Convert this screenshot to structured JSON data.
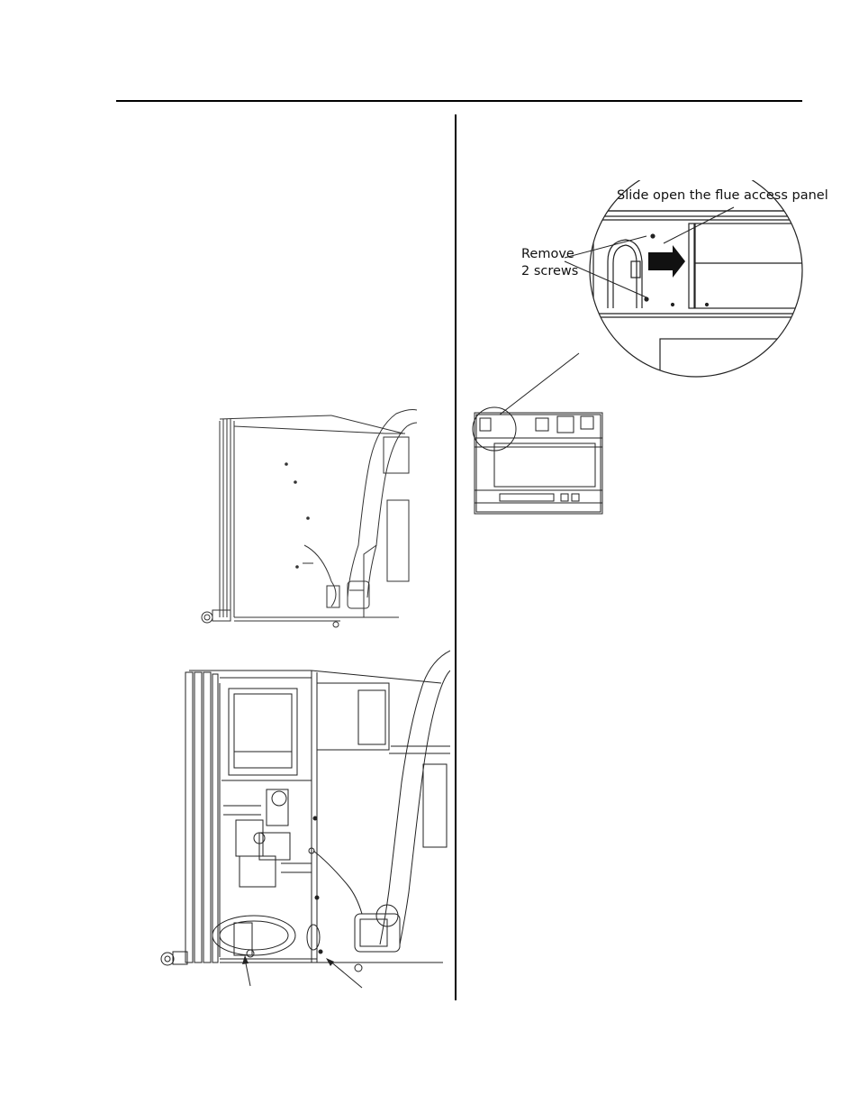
{
  "callouts": {
    "flue_panel": "Slide open the flue access panel",
    "remove_line1": "Remove",
    "remove_line2": "2 screws"
  }
}
